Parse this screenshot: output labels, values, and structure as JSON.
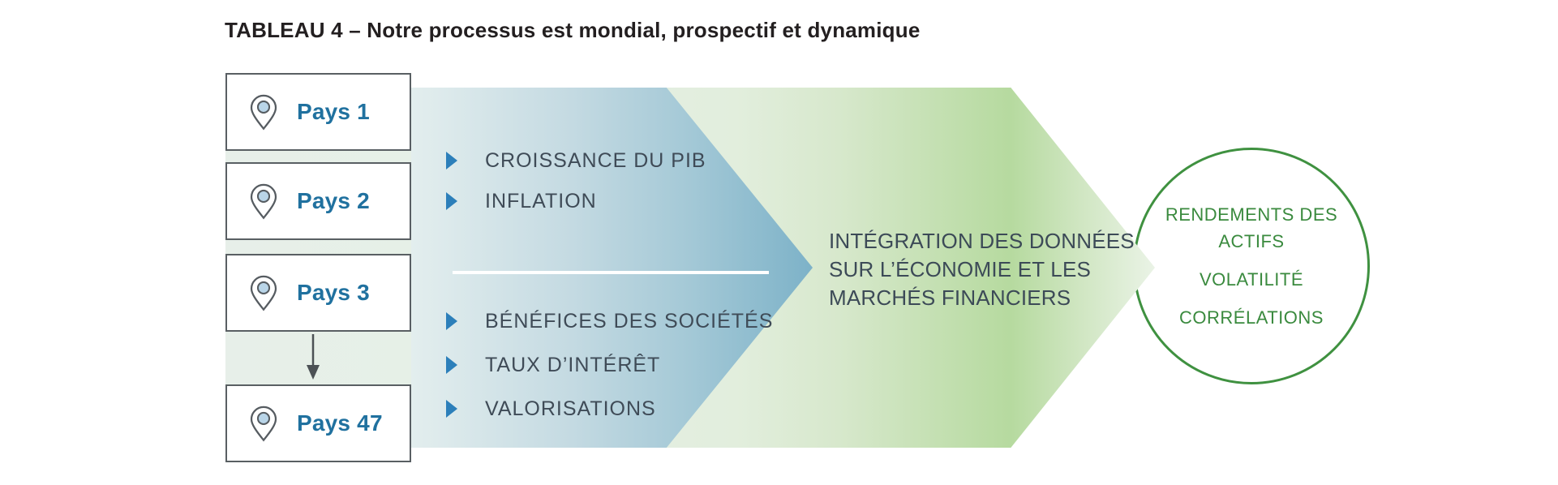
{
  "title": "TABLEAU 4 – Notre processus est mondial, prospectif et dynamique",
  "countries": [
    {
      "label": "Pays 1",
      "icon": "map-pin-icon"
    },
    {
      "label": "Pays 2",
      "icon": "map-pin-icon"
    },
    {
      "label": "Pays 3",
      "icon": "map-pin-icon"
    },
    {
      "label": "Pays 47",
      "icon": "map-pin-icon"
    }
  ],
  "countries_ellipsis_icon": "down-arrow-icon",
  "inputs": {
    "bullet_icon": "triangle-bullet-icon",
    "top": [
      {
        "label": "CROISSANCE DU PIB"
      },
      {
        "label": "INFLATION"
      }
    ],
    "bottom": [
      {
        "label": "BÉNÉFICES DES SOCIÉTÉS"
      },
      {
        "label": "TAUX D’INTÉRÊT"
      },
      {
        "label": "VALORISATIONS"
      }
    ]
  },
  "integration": {
    "lines": [
      "INTÉGRATION DES DONNÉES",
      "SUR L’ÉCONOMIE ET LES",
      "MARCHÉS FINANCIERS"
    ]
  },
  "outputs": [
    {
      "label": "RENDEMENTS DES ACTIFS"
    },
    {
      "label": "VOLATILITÉ"
    },
    {
      "label": "CORRÉLATIONS"
    }
  ],
  "colors": {
    "bullet_blue": "#2c7fba",
    "country_label_blue": "#20719f",
    "input_text_slate": "#3f4b57",
    "integration_text_slate": "#3c4a57",
    "output_green": "#3a8a3e",
    "circle_border_green": "#3f9140",
    "blue_arrow_end": "#7db2c8",
    "green_arrow_peak": "#b6da9f",
    "pale_band_green": "#e7efe9",
    "box_border_gray": "#595f63",
    "pin_fill_blue": "#b9d5e8"
  }
}
